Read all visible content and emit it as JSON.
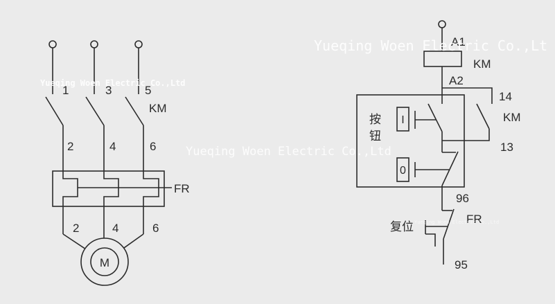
{
  "watermarks": {
    "top_right": "Yueqing Woen Electric Co.,Lt",
    "center": "Yueqing Woen Electric Co.,Ltd",
    "small_left": "Yueqing Woen Electric Co.,Ltd",
    "small_right": "Yueqing Woen Electric Co.,Ltd"
  },
  "power_circuit": {
    "input_terminals": [
      "1",
      "3",
      "5"
    ],
    "contactor_label": "KM",
    "contactor_outputs": [
      "2",
      "4",
      "6"
    ],
    "overload_label": "FR",
    "motor_terminals": [
      "2",
      "4",
      "6"
    ],
    "motor_label": "M"
  },
  "control_circuit": {
    "coil_terminal_top": "A1",
    "coil_label": "KM",
    "coil_terminal_bottom": "A2",
    "aux_contact_top": "14",
    "aux_contact_label": "KM",
    "aux_contact_bottom": "13",
    "button_box_label": [
      "按",
      "钮"
    ],
    "start_button_symbol": "I",
    "stop_button_symbol": "0",
    "overload_contact_top": "96",
    "overload_contact_label": "FR",
    "reset_label": "复位",
    "overload_contact_bottom": "95"
  },
  "colors": {
    "background": "#ebebeb",
    "line": "#2b2b2b",
    "watermark": "#ffffff"
  }
}
